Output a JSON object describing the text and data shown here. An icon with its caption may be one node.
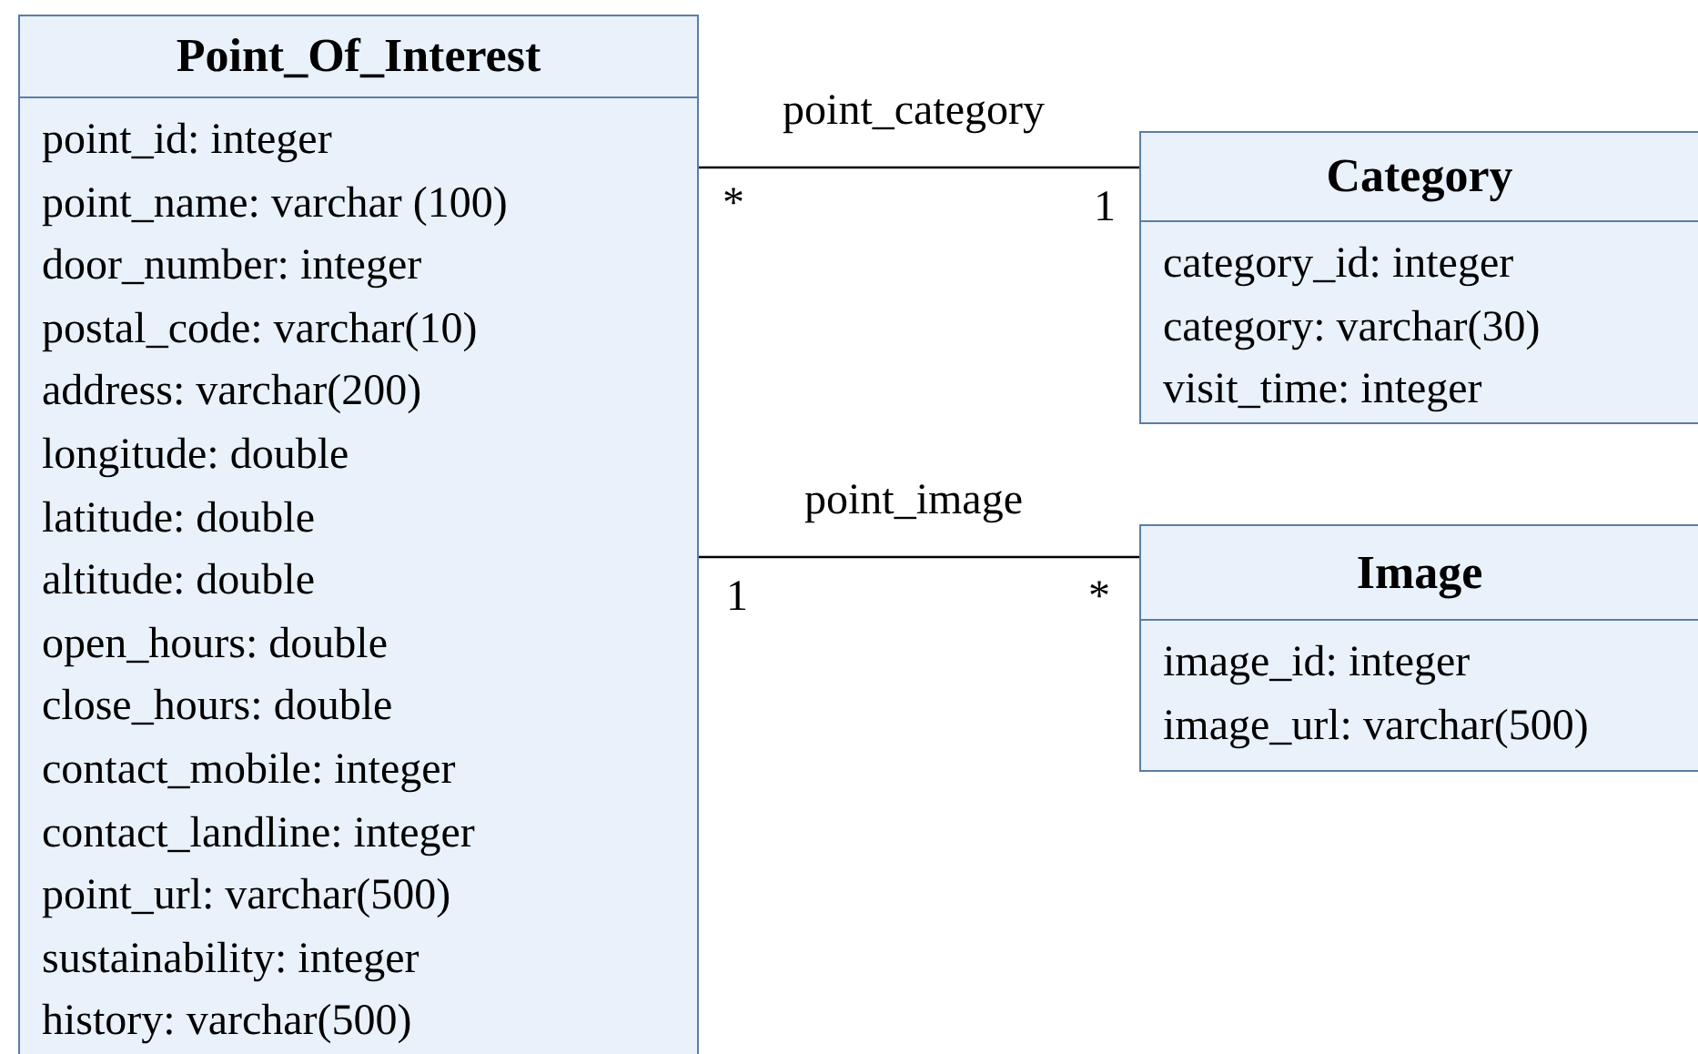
{
  "diagram": {
    "nodes": [
      {
        "text": [
          "Point_Of_Interest",
          "point_id: integer",
          "point_name: varchar (100)",
          "door_number: integer",
          "postal_code: varchar(10)",
          "address: varchar(200)",
          "longitude: double",
          "latitude: double",
          "altitude: double",
          "open_hours: double",
          "close_hours: double",
          "contact_mobile: integer",
          "contact_landline: integer",
          "point_url: varchar(500)",
          "sustainability: integer",
          "history: varchar(500)"
        ]
      },
      {
        "text": [
          "Category",
          "category_id: integer",
          "category: varchar(30)",
          "visit_time: integer"
        ]
      },
      {
        "text": [
          "Image",
          "image_id: integer",
          "image_url: varchar(500)"
        ]
      }
    ],
    "edges": [
      {
        "from": 0,
        "to": 1,
        "arrow": "none",
        "label": "point_category"
      },
      {
        "from": 0,
        "to": 2,
        "arrow": "none",
        "label": "point_image"
      }
    ],
    "labels": [
      "*",
      "1",
      "1",
      "*"
    ]
  }
}
